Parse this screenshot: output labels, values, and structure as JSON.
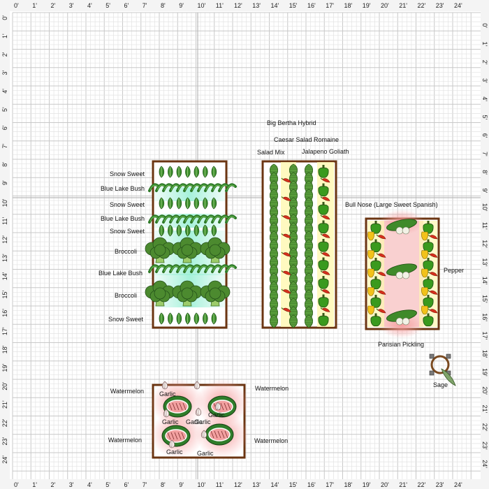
{
  "rulers": {
    "top": [
      "0'",
      "1'",
      "2'",
      "3'",
      "4'",
      "5'",
      "6'",
      "7'",
      "8'",
      "9'",
      "10'",
      "11'",
      "12'",
      "13'",
      "14'",
      "15'",
      "16'",
      "17'",
      "18'",
      "19'",
      "20'",
      "21'",
      "22'",
      "23'",
      "24'"
    ],
    "left": [
      "0'",
      "1'",
      "2'",
      "3'",
      "4'",
      "5'",
      "6'",
      "7'",
      "8'",
      "9'",
      "10'",
      "11'",
      "12'",
      "13'",
      "14'",
      "15'",
      "16'",
      "17'",
      "18'",
      "19'",
      "20'",
      "21'",
      "22'",
      "23'",
      "24'"
    ],
    "right": [
      "0'",
      "1'",
      "2'",
      "3'",
      "4'",
      "5'",
      "6'",
      "7'",
      "8'",
      "9'",
      "10'",
      "11'",
      "12'",
      "13'",
      "14'",
      "15'",
      "16'",
      "17'",
      "18'",
      "19'",
      "20'",
      "21'",
      "22'",
      "23'",
      "24'"
    ]
  },
  "beds": {
    "bed1": {
      "labels": [
        "Snow Sweet",
        "Blue Lake Bush",
        "Snow Sweet",
        "Blue Lake Bush",
        "Snow Sweet",
        "Broccoli",
        "Blue Lake Bush",
        "Broccoli",
        "Snow Sweet"
      ]
    },
    "bed2": {
      "labels": [
        "Big Bertha Hybrid",
        "Caesar Salad Romaine",
        "Salad Mix",
        "Jalapeno Goliath"
      ]
    },
    "bed3": {
      "labels": [
        "Bull Nose (Large Sweet Spanish)",
        "Pepper",
        "Parisian Pickling"
      ]
    },
    "bed4": {
      "watermelon_labels": [
        "Watermelon",
        "Watermelon",
        "Watermelon",
        "Watermelon"
      ],
      "garlic_labels": [
        "Garlic",
        "Garlic",
        "Garlic",
        "Garlic",
        "Garlic",
        "Garlic",
        "Garlic"
      ]
    }
  },
  "sage": {
    "label": "Sage"
  },
  "colors": {
    "bed_border": "#6b3512",
    "grid_minor": "#e3e3e3",
    "grid_major": "#c8c8c8",
    "pea_green": "#3f8f2f",
    "bean_green": "#2e7a28",
    "broccoli_green": "#4c8a2f",
    "pepper_green": "#3a9a1e",
    "jalapeno_red": "#d8301c",
    "lettuce_green": "#5a9e3c",
    "glow_yellow": "#fff5a8",
    "glow_pink": "#f7a8a8",
    "glow_cyan": "#b8f3e3",
    "watermelon_rind": "#2f7d2a",
    "watermelon_flesh": "#f2a0a0"
  },
  "icons": [
    "pea-pod-icon",
    "green-bean-icon",
    "broccoli-icon",
    "lettuce-leaf-icon",
    "bell-pepper-icon",
    "jalapeno-icon",
    "cucumber-icon",
    "watermelon-icon",
    "garlic-icon",
    "sage-icon"
  ]
}
